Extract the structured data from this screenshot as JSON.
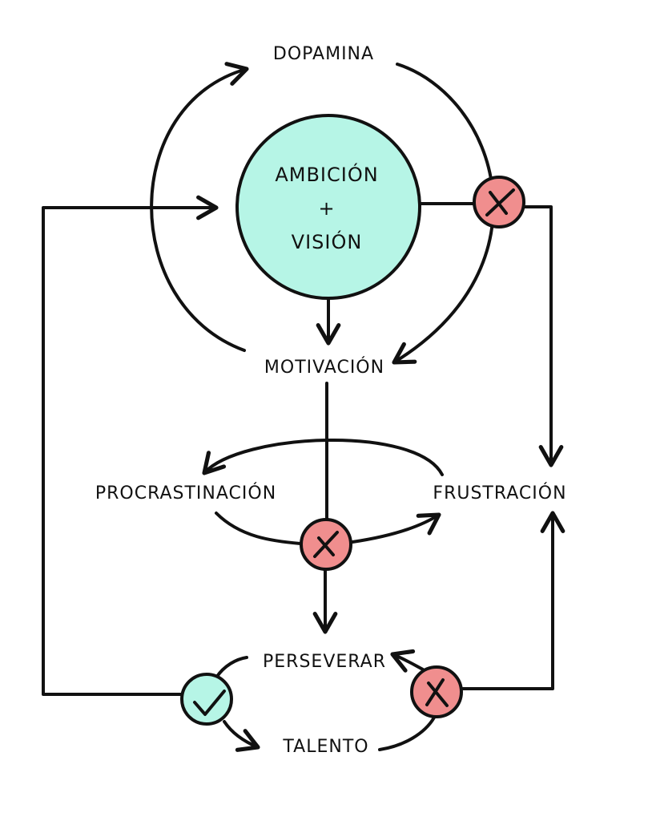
{
  "colors": {
    "mint": "#b6f5e6",
    "red": "#f08e8e",
    "ink": "#111111"
  },
  "nodes": {
    "center_line1": "AMBICIÓN",
    "center_plus": "+",
    "center_line2": "VISIÓN",
    "dopamina": "DOPAMINA",
    "motivacion": "MOTIVACIÓN",
    "procrastinacion": "PROCRASTINACIÓN",
    "frustracion": "FRUSTRACIÓN",
    "perseverar": "PERSEVERAR",
    "talento": "TALENTO"
  },
  "gates": {
    "top_right": "fail",
    "middle": "fail",
    "bottom_left": "success",
    "bottom_right": "fail"
  }
}
